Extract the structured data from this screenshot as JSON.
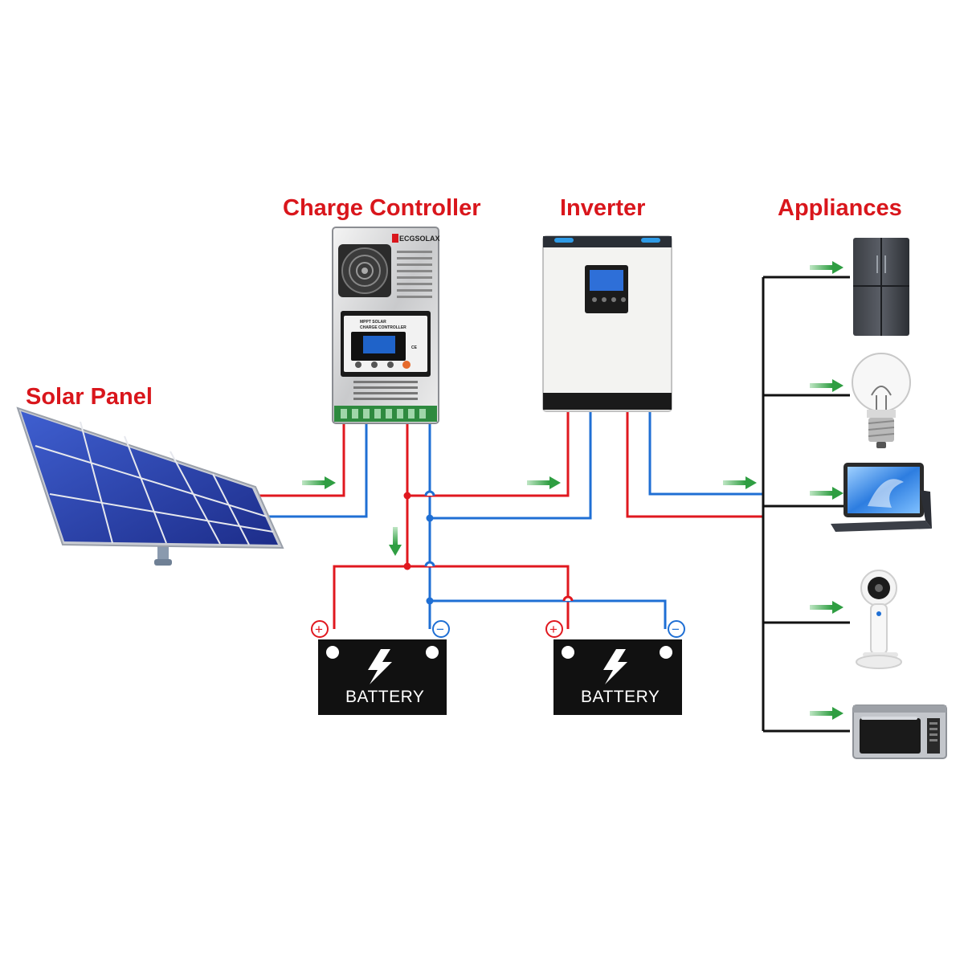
{
  "titles": {
    "solar_panel": "Solar Panel",
    "charge_controller": "Charge Controller",
    "inverter": "Inverter",
    "appliances": "Appliances"
  },
  "controller": {
    "brand": "ECGSOLAX",
    "panel_line1": "MPPT SOLAR",
    "panel_line2": "CHARGE CONTROLLER",
    "mark": "CE"
  },
  "batteries": [
    {
      "label": "BATTERY",
      "plus": "+",
      "minus": "−"
    },
    {
      "label": "BATTERY",
      "plus": "+",
      "minus": "−"
    }
  ],
  "appliances": [
    "refrigerator-icon",
    "light-bulb-icon",
    "tablet-icon",
    "fan-icon",
    "microwave-icon"
  ],
  "colors": {
    "title": "#d9161c",
    "positive_wire": "#e0181f",
    "negative_wire": "#1f6fd4",
    "ac_wire": "#111111",
    "flow_arrow": "#3aa848",
    "battery": "#111111"
  }
}
